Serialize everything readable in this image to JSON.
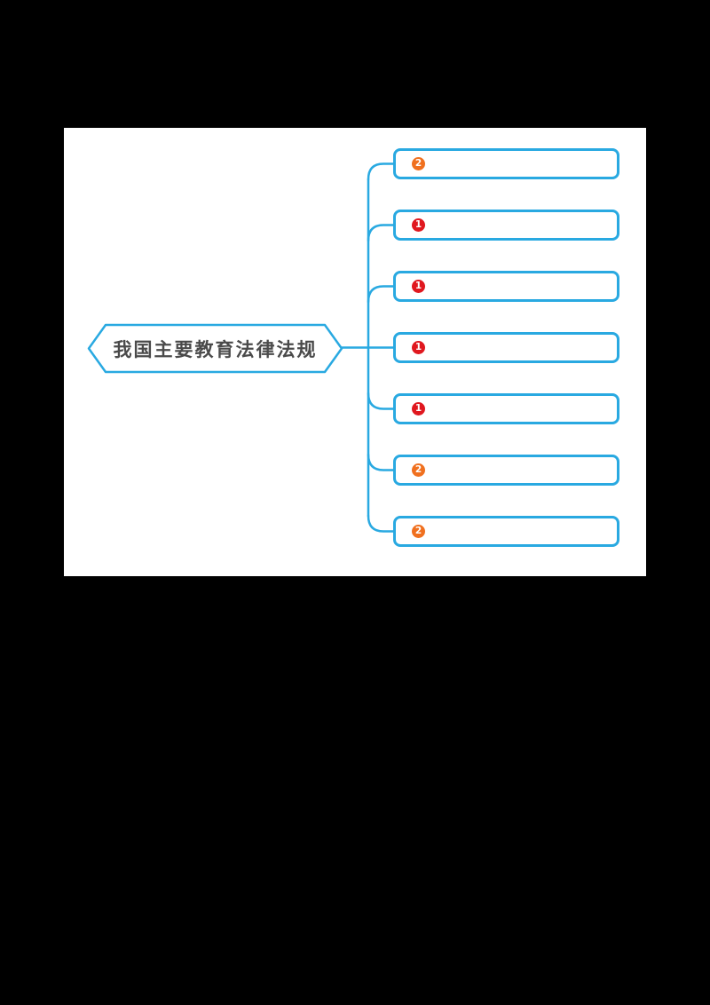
{
  "canvas": {
    "background": "#000000",
    "card_background": "#ffffff"
  },
  "colors": {
    "line": "#29a9e1",
    "red_badge": "#e0181f",
    "orange_badge": "#f0701f",
    "root_text": "#4a4a4a",
    "badge_text": "#ffffff"
  },
  "root": {
    "label": "我国主要教育法律法规"
  },
  "branches": [
    {
      "badge": "2",
      "badge_color": "orange",
      "label": ""
    },
    {
      "badge": "1",
      "badge_color": "red",
      "label": ""
    },
    {
      "badge": "1",
      "badge_color": "red",
      "label": ""
    },
    {
      "badge": "1",
      "badge_color": "red",
      "label": ""
    },
    {
      "badge": "1",
      "badge_color": "red",
      "label": ""
    },
    {
      "badge": "2",
      "badge_color": "orange",
      "label": ""
    },
    {
      "badge": "2",
      "badge_color": "orange",
      "label": ""
    }
  ]
}
